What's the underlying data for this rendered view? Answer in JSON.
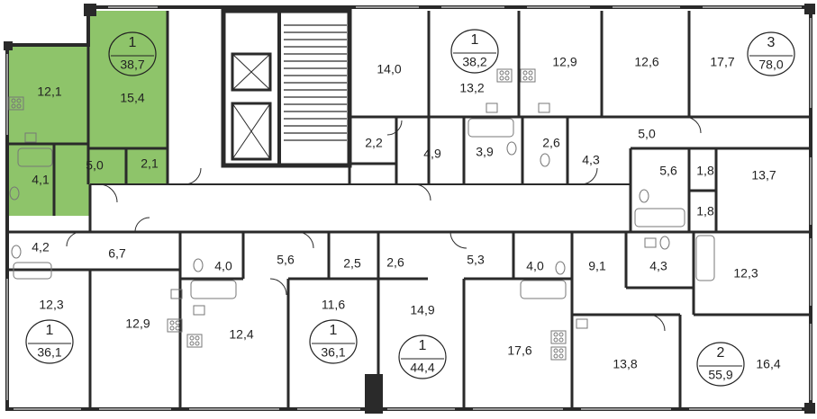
{
  "colors": {
    "wall": "#2a2a2a",
    "highlight": "#8ec46a",
    "room_fill": "#ffffff",
    "window": "#9a9a9a",
    "fixture": "#777777"
  },
  "apartments": [
    {
      "rooms": "1",
      "area": "38,7",
      "highlighted": true
    },
    {
      "rooms": "1",
      "area": "38,2",
      "highlighted": false
    },
    {
      "rooms": "3",
      "area": "78,0",
      "highlighted": false
    },
    {
      "rooms": "1",
      "area": "36,1",
      "highlighted": false
    },
    {
      "rooms": "1",
      "area": "36,1",
      "highlighted": false
    },
    {
      "rooms": "1",
      "area": "44,4",
      "highlighted": false
    },
    {
      "rooms": "2",
      "area": "55,9",
      "highlighted": false
    }
  ],
  "room_areas": [
    "12,1",
    "15,4",
    "5,0",
    "2,1",
    "4,1",
    "14,0",
    "13,2",
    "12,9",
    "12,6",
    "17,7",
    "2,2",
    "4,9",
    "3,9",
    "2,6",
    "4,3",
    "5,0",
    "5,6",
    "1,8",
    "1,8",
    "13,7",
    "4,2",
    "6,7",
    "4,0",
    "5,6",
    "2,5",
    "2,6",
    "5,3",
    "4,0",
    "9,1",
    "4,3",
    "12,3",
    "12,3",
    "12,9",
    "12,4",
    "11,6",
    "14,9",
    "17,6",
    "13,8",
    "16,4"
  ]
}
